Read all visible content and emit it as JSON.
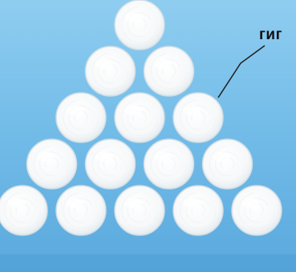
{
  "label": {
    "text": "гиг"
  },
  "pyramid": {
    "rows": [
      1,
      2,
      3,
      4,
      5
    ]
  },
  "colors": {
    "background_top": "#8fcdf0",
    "background_bottom": "#5aa9de",
    "ball_fill": "#fbfcfc",
    "ball_outline": "#d7e4ea",
    "leader_line": "#222222"
  }
}
